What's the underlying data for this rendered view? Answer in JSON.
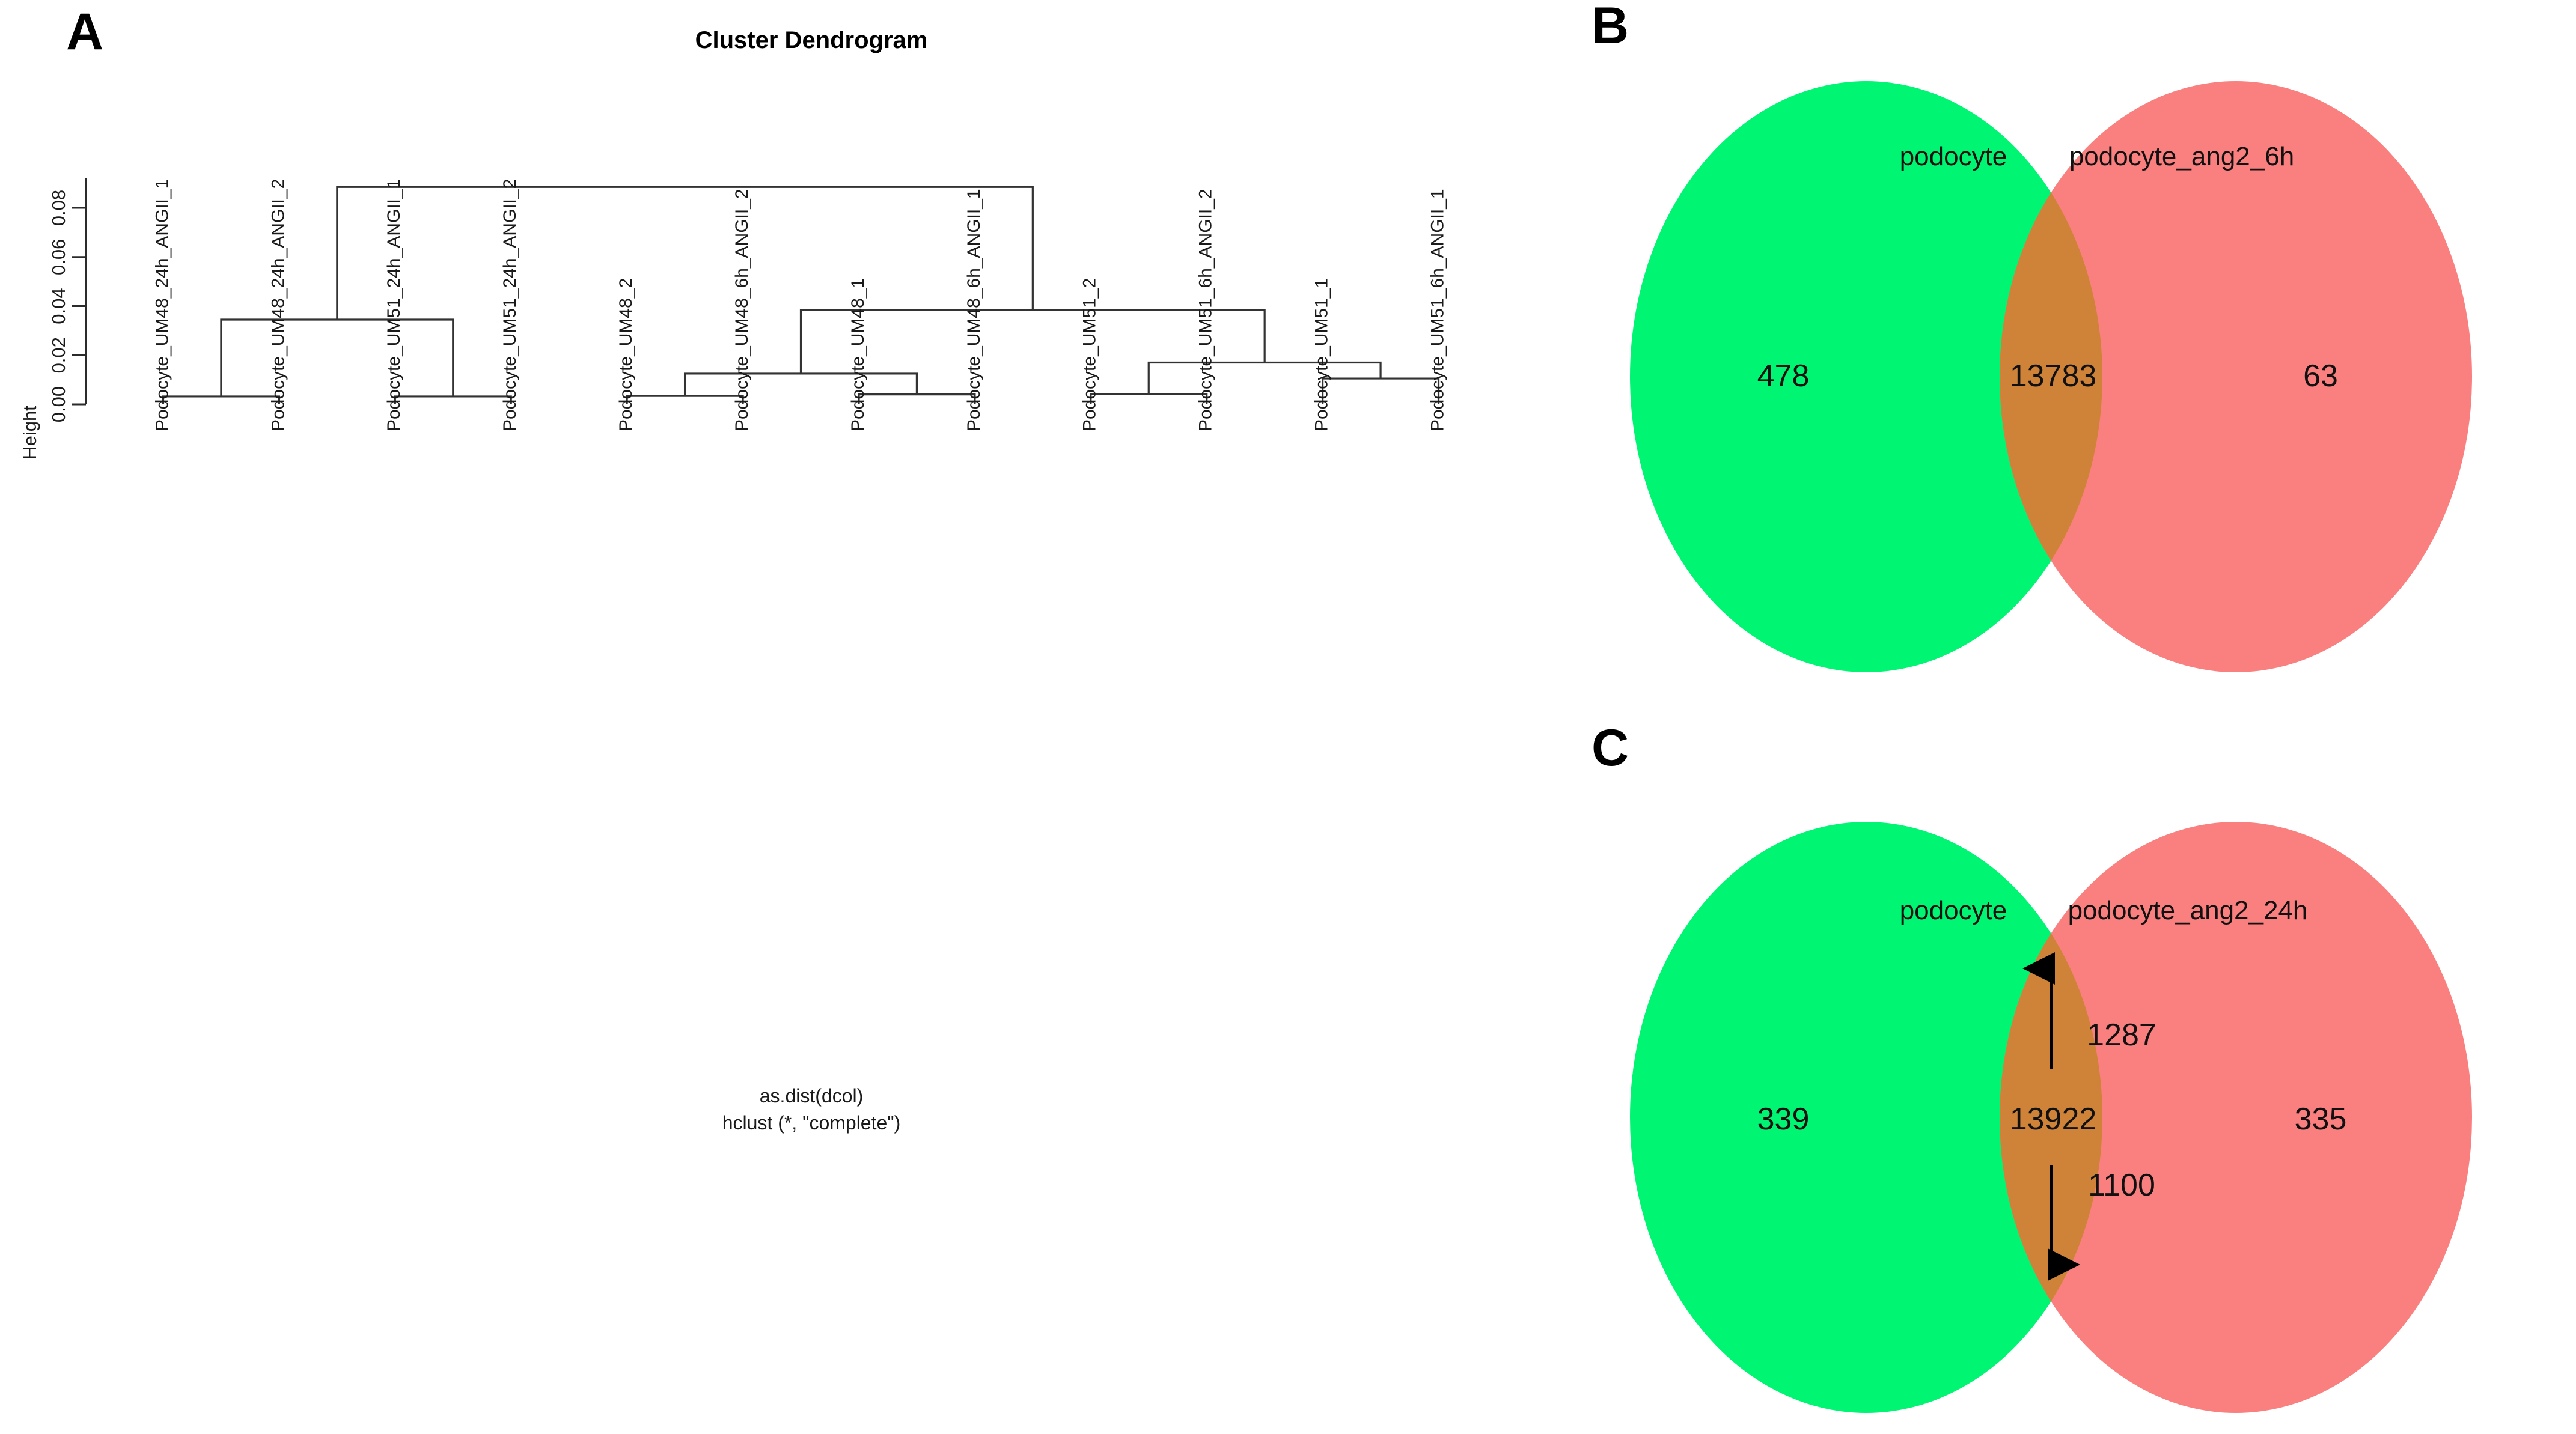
{
  "figure": {
    "panels": [
      {
        "id": "A",
        "letter": "A"
      },
      {
        "id": "B",
        "letter": "B"
      },
      {
        "id": "C",
        "letter": "C"
      }
    ]
  },
  "panelA": {
    "title": "Cluster Dendrogram",
    "ylabel": "Height",
    "caption_line1": "as.dist(dcol)",
    "caption_line2": "hclust (*, \"complete\")",
    "chart_data": {
      "type": "dendrogram",
      "title": "Cluster Dendrogram",
      "xlabel": "",
      "ylabel": "Height",
      "ylim": [
        0,
        0.092
      ],
      "yticks": [
        "0.00",
        "0.02",
        "0.04",
        "0.06",
        "0.08"
      ],
      "ytickvalues": [
        0.0,
        0.02,
        0.04,
        0.06,
        0.08
      ],
      "grid": false,
      "leaves": [
        "Podocyte_UM48_24h_ANGII_1",
        "Podocyte_UM48_24h_ANGII_2",
        "Podocyte_UM51_24h_ANGII_1",
        "Podocyte_UM51_24h_ANGII_2",
        "Podocyte_UM48_2",
        "Podocyte_UM48_6h_ANGII_2",
        "Podocyte_UM48_1",
        "Podocyte_UM48_6h_ANGII_1",
        "Podocyte_UM51_2",
        "Podocyte_UM51_6h_ANGII_2",
        "Podocyte_UM51_1",
        "Podocyte_UM51_6h_ANGII_1"
      ],
      "merges": [
        {
          "left": {
            "leaf": 0
          },
          "right": {
            "leaf": 1
          },
          "height": 0.0032
        },
        {
          "left": {
            "leaf": 2
          },
          "right": {
            "leaf": 3
          },
          "height": 0.0032
        },
        {
          "left": {
            "leaf": 4
          },
          "right": {
            "leaf": 5
          },
          "height": 0.0034
        },
        {
          "left": {
            "leaf": 6
          },
          "right": {
            "leaf": 7
          },
          "height": 0.004
        },
        {
          "left": {
            "leaf": 8
          },
          "right": {
            "leaf": 9
          },
          "height": 0.0042
        },
        {
          "left": {
            "leaf": 10
          },
          "right": {
            "leaf": 11
          },
          "height": 0.0105
        },
        {
          "left": {
            "node": 0
          },
          "right": {
            "node": 1
          },
          "height": 0.0345
        },
        {
          "left": {
            "node": 2
          },
          "right": {
            "node": 3
          },
          "height": 0.0125
        },
        {
          "left": {
            "node": 4
          },
          "right": {
            "node": 5
          },
          "height": 0.017
        },
        {
          "left": {
            "node": 7
          },
          "right": {
            "node": 8
          },
          "height": 0.0385
        },
        {
          "left": {
            "node": 6
          },
          "right": {
            "node": 9
          },
          "height": 0.0885
        }
      ]
    }
  },
  "panelB": {
    "chart_data": {
      "type": "venn",
      "sets": [
        {
          "name": "podocyte",
          "only": 478,
          "color": "#00F573"
        },
        {
          "name": "podocyte_ang2_6h",
          "only": 63,
          "color": "#FA8080"
        }
      ],
      "intersection": 13783,
      "intersection_color": "#CF8339"
    },
    "left_label": "podocyte",
    "right_label": "podocyte_ang2_6h",
    "left_count": "478",
    "right_count": "63",
    "intersection_count": "13783"
  },
  "panelC": {
    "chart_data": {
      "type": "venn",
      "sets": [
        {
          "name": "podocyte",
          "only": 339,
          "color": "#00F573"
        },
        {
          "name": "podocyte_ang2_24h",
          "only": 335,
          "color": "#FA8080"
        }
      ],
      "intersection": 13922,
      "intersection_color": "#CF8339",
      "annotations": [
        {
          "label": "1287",
          "direction": "up",
          "meaning": "upregulated"
        },
        {
          "label": "1100",
          "direction": "down",
          "meaning": "downregulated"
        }
      ]
    },
    "left_label": "podocyte",
    "right_label": "podocyte_ang2_24h",
    "left_count": "339",
    "right_count": "335",
    "intersection_count": "13922",
    "up_count": "1287",
    "down_count": "1100"
  },
  "colors": {
    "green": "#00F573",
    "pink": "#FA8080",
    "overlap": "#CF8339",
    "line": "#333333",
    "text": "#1a1a1a"
  }
}
